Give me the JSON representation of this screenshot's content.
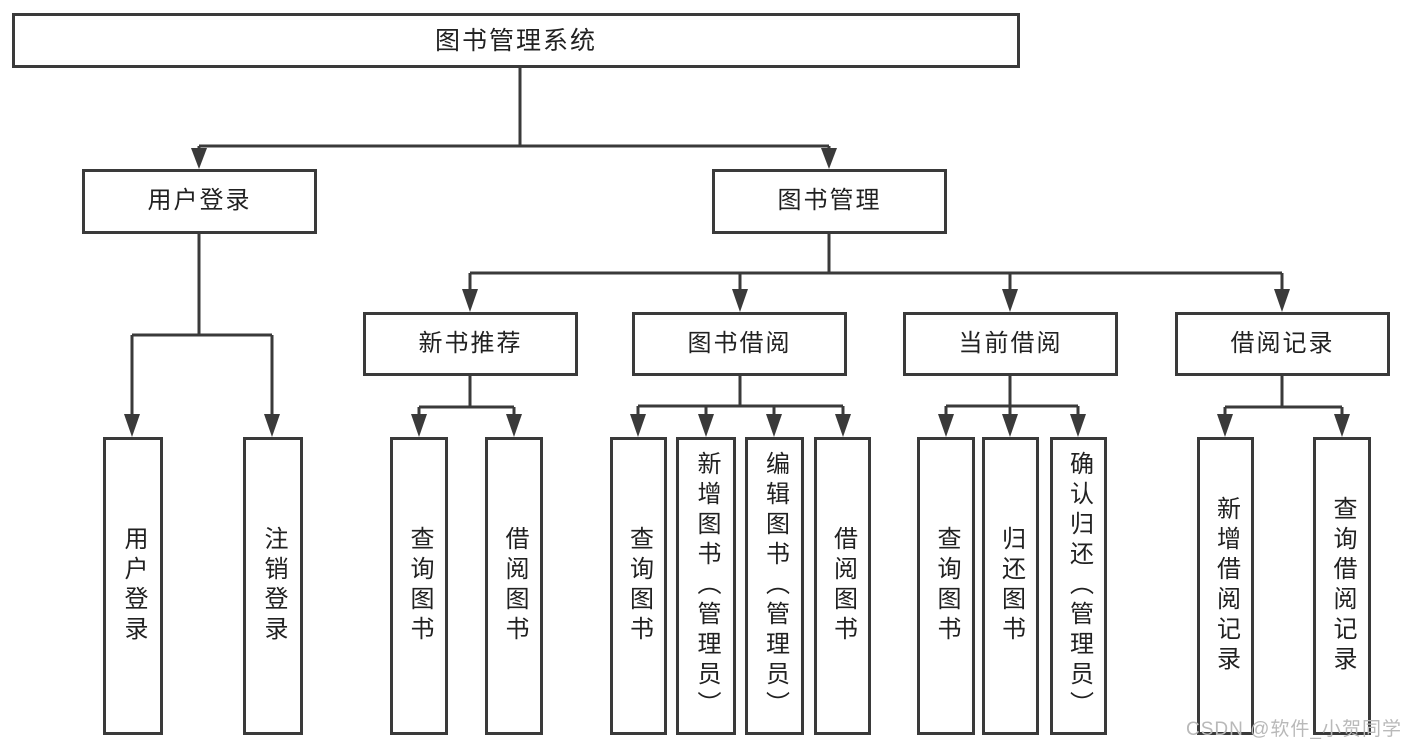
{
  "diagram": {
    "title": "图书管理系统",
    "level2": {
      "user_login": "用户登录",
      "book_mgmt": "图书管理"
    },
    "level3": {
      "new_book": "新书推荐",
      "book_borrow": "图书借阅",
      "current_borrow": "当前借阅",
      "borrow_record": "借阅记录"
    },
    "leaves": {
      "user_login": [
        "用户登录",
        "注销登录"
      ],
      "new_book": [
        "查询图书",
        "借阅图书"
      ],
      "book_borrow": [
        "查询图书",
        "新增图书（管理员）",
        "编辑图书（管理员）",
        "借阅图书"
      ],
      "current_borrow": [
        "查询图书",
        "归还图书",
        "确认归还（管理员）"
      ],
      "borrow_record": [
        "新增借阅记录",
        "查询借阅记录"
      ]
    }
  },
  "watermark": {
    "text": "CSDN @软件_小贺同学",
    "color": "#b9b9b9"
  },
  "colors": {
    "line": "#3a3a3a",
    "text": "#212121",
    "background": "#ffffff"
  }
}
